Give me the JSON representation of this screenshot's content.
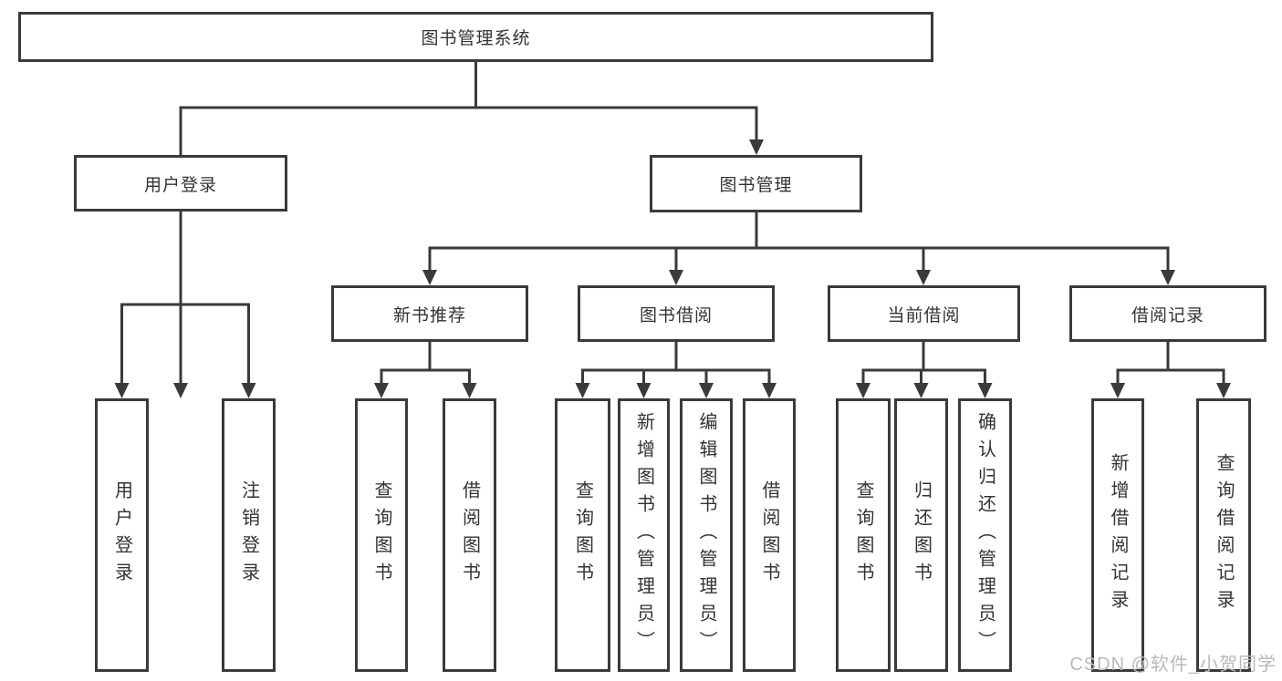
{
  "colors": {
    "line": "#3a3a3a",
    "text": "#333333",
    "watermark_gray": "#b9b9b9",
    "background": "#ffffff"
  },
  "nodes": {
    "root": "图书管理系统",
    "user_login": "用户登录",
    "book_mgmt": "图书管理",
    "new_book_rec": "新书推荐",
    "book_borrow": "图书借阅",
    "current_borrow": "当前借阅",
    "borrow_records": "借阅记录",
    "leaf_user_login": "用户登录",
    "leaf_logout": "注销登录",
    "leaf_query_book_1": "查询图书",
    "leaf_borrow_book_1": "借阅图书",
    "leaf_query_book_2": "查询图书",
    "leaf_add_book": "新增图书（管理员）",
    "leaf_edit_book": "编辑图书（管理员）",
    "leaf_borrow_book_2": "借阅图书",
    "leaf_query_book_3": "查询图书",
    "leaf_return_book": "归还图书",
    "leaf_confirm_return": "确认归还（管理员）",
    "leaf_add_record": "新增借阅记录",
    "leaf_query_record": "查询借阅记录"
  },
  "watermark": {
    "text": "CSDN @软件_小贺同学"
  }
}
